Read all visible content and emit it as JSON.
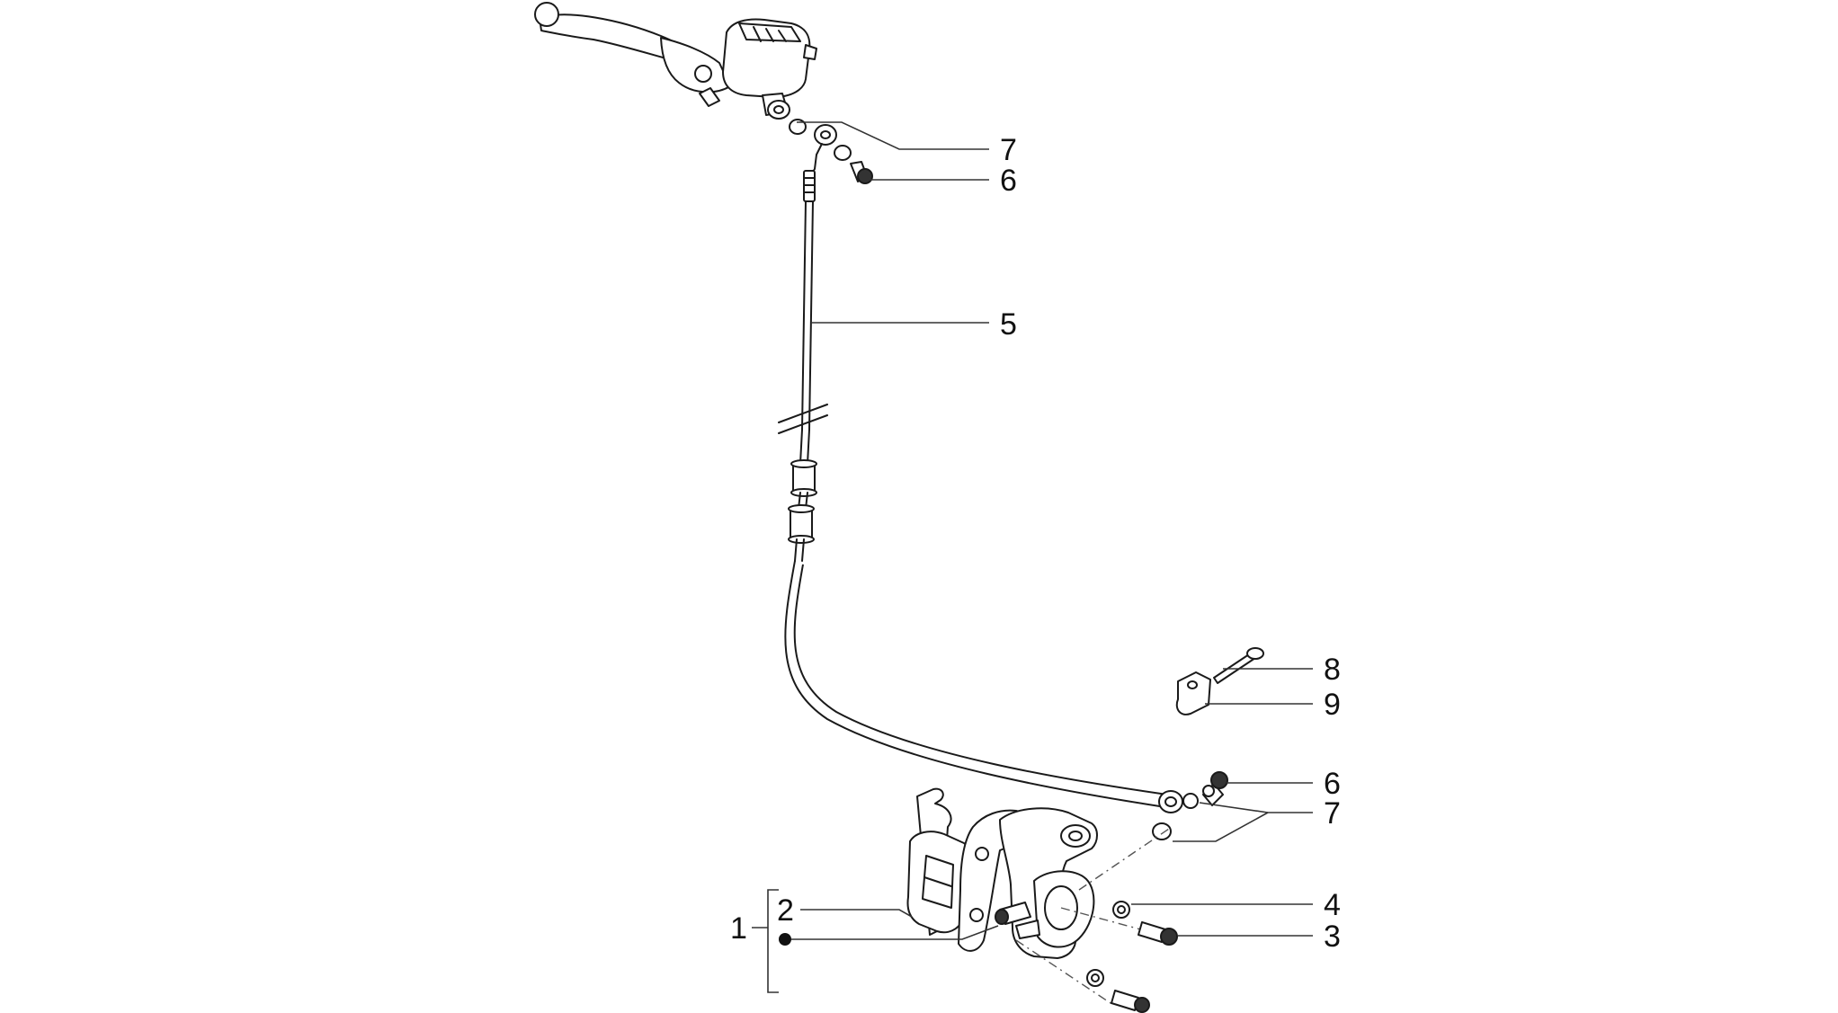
{
  "callouts": {
    "c1": "1",
    "c2": "2",
    "c3": "3",
    "c4": "4",
    "c5": "5",
    "c6_top": "6",
    "c6_bottom": "6",
    "c7_top": "7",
    "c7_bottom": "7",
    "c8": "8",
    "c9": "9"
  },
  "colors": {
    "line": "#1a1a1a",
    "background": "#ffffff"
  }
}
